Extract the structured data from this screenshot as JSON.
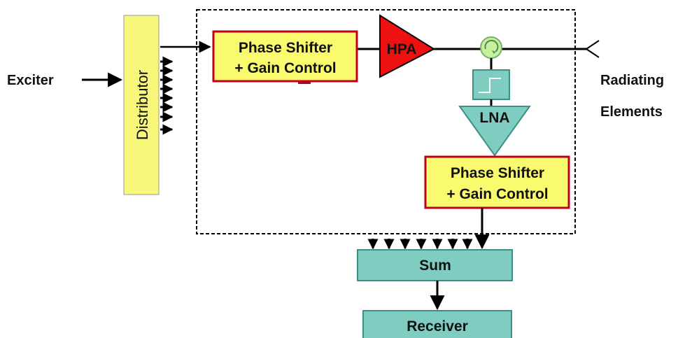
{
  "labels": {
    "exciter": "Exciter",
    "distributor": "Distributor",
    "phase_shifter_tx": [
      "Phase Shifter",
      "+ Gain Control"
    ],
    "hpa": "HPA",
    "lna": "LNA",
    "phase_shifter_rx": [
      "Phase Shifter",
      "+ Gain Control"
    ],
    "sum": "Sum",
    "receiver": "Receiver",
    "radiating_elements": [
      "Radiating",
      "Elements"
    ]
  },
  "colors": {
    "distributor_fill": "#f7f779",
    "phase_shifter_fill": "#fafa6e",
    "phase_shifter_border": "#c0001a",
    "hpa_fill": "#ee1111",
    "teal_fill": "#7ecdc0",
    "circulator_fill": "#c8f09a",
    "line": "#000000"
  },
  "icons": {
    "circulator": "circulator-icon",
    "limiter": "limiter-switch-icon",
    "antenna": "antenna-icon"
  }
}
